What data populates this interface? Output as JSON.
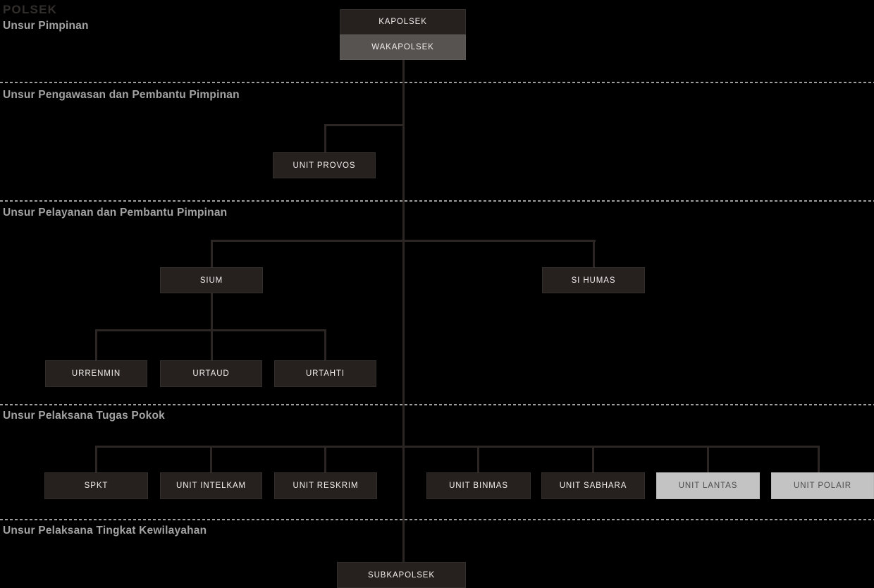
{
  "page": {
    "title": "POLSEK"
  },
  "colors": {
    "page_bg": "#000000",
    "title_color": "#322e2b",
    "section_label": "#a3a3a3",
    "divider": "#9e9e9e",
    "connector": "#2b2624",
    "node_dark_bg": "#26211f",
    "node_dark_text": "#f0eeed",
    "node_grey_bg": "#575350",
    "node_light_bg": "#c3c3c3",
    "node_light_text": "#4d4d4d"
  },
  "sections": [
    {
      "label": "Unsur Pimpinan"
    },
    {
      "label": "Unsur Pengawasan dan Pembantu Pimpinan"
    },
    {
      "label": "Unsur Pelayanan dan Pembantu Pimpinan"
    },
    {
      "label": "Unsur Pelaksana Tugas Pokok"
    },
    {
      "label": "Unsur Pelaksana Tingkat Kewilayahan"
    }
  ],
  "nodes": {
    "kapolsek": "KAPOLSEK",
    "wakapolsek": "WAKAPOLSEK",
    "unit_provos": "UNIT PROVOS",
    "sium": "SIUM",
    "si_humas": "SI HUMAS",
    "urrenmin": "URRENMIN",
    "urtaud": "URTAUD",
    "urtahti": "URTAHTI",
    "spkt": "SPKT",
    "unit_intelkam": "UNIT INTELKAM",
    "unit_reskrim": "UNIT RESKRIM",
    "unit_binmas": "UNIT BINMAS",
    "unit_sabhara": "UNIT SABHARA",
    "unit_lantas": "UNIT LANTAS",
    "unit_polair": "UNIT POLAIR",
    "subkapolsek": "SUBKAPOLSEK"
  }
}
